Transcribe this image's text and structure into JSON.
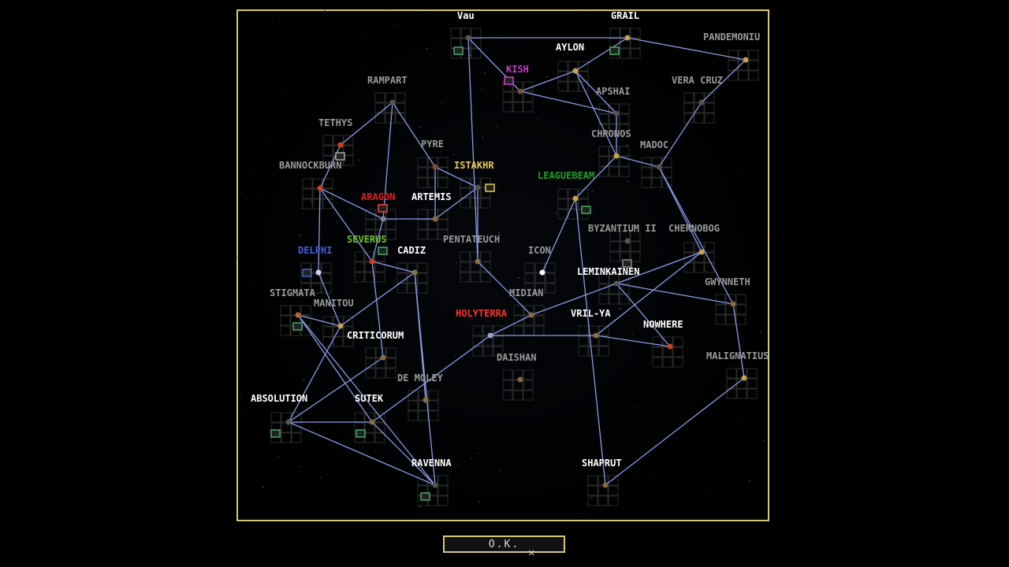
{
  "ok_label": "O.K.",
  "colors": {
    "frame": "#d8c878",
    "lane": "#8b9be8",
    "grid": "#2a2a2a"
  },
  "stars": [
    {
      "id": "vau",
      "name": "Vau",
      "color": "#ffffff"
    },
    {
      "id": "grail",
      "name": "GRAIL",
      "color": "#ffffff"
    },
    {
      "id": "pandemonium",
      "name": "PANDEMONIU",
      "color": "#9a9a9a"
    },
    {
      "id": "aylon",
      "name": "AYLON",
      "color": "#ffffff"
    },
    {
      "id": "kish",
      "name": "KISH",
      "color": "#c040c0"
    },
    {
      "id": "rampart",
      "name": "RAMPART",
      "color": "#9a9a9a"
    },
    {
      "id": "apshai",
      "name": "APSHAI",
      "color": "#9a9a9a"
    },
    {
      "id": "vera-cruz",
      "name": "VERA CRUZ",
      "color": "#9a9a9a"
    },
    {
      "id": "tethys",
      "name": "TETHYS",
      "color": "#9a9a9a"
    },
    {
      "id": "chronos",
      "name": "CHRONOS",
      "color": "#9a9a9a"
    },
    {
      "id": "madoc",
      "name": "MADOC",
      "color": "#9a9a9a"
    },
    {
      "id": "pyre",
      "name": "PYRE",
      "color": "#9a9a9a"
    },
    {
      "id": "bannockburn",
      "name": "BANNOCKBURN",
      "color": "#9a9a9a"
    },
    {
      "id": "istakhr",
      "name": "ISTAKHR",
      "color": "#e8c850"
    },
    {
      "id": "leaguebeam",
      "name": "LEAGUEBEAM",
      "color": "#20a020"
    },
    {
      "id": "aragon",
      "name": "ARAGON",
      "color": "#e02020"
    },
    {
      "id": "artemis",
      "name": "ARTEMIS",
      "color": "#ffffff"
    },
    {
      "id": "byzantium-ii",
      "name": "BYZANTIUM II",
      "color": "#9a9a9a"
    },
    {
      "id": "chernobog",
      "name": "CHERNOBOG",
      "color": "#9a9a9a"
    },
    {
      "id": "severus",
      "name": "SEVERUS",
      "color": "#70c030"
    },
    {
      "id": "pentateuch",
      "name": "PENTATEUCH",
      "color": "#9a9a9a"
    },
    {
      "id": "delphi",
      "name": "DELPHI",
      "color": "#4060e0"
    },
    {
      "id": "cadiz",
      "name": "CADIZ",
      "color": "#ffffff"
    },
    {
      "id": "icon",
      "name": "ICON",
      "color": "#9a9a9a"
    },
    {
      "id": "leminkainen",
      "name": "LEMINKAINEN",
      "color": "#ffffff"
    },
    {
      "id": "gwynneth",
      "name": "GWYNNETH",
      "color": "#9a9a9a"
    },
    {
      "id": "stigmata",
      "name": "STIGMATA",
      "color": "#9a9a9a"
    },
    {
      "id": "midian",
      "name": "MIDIAN",
      "color": "#9a9a9a"
    },
    {
      "id": "manitou",
      "name": "MANITOU",
      "color": "#9a9a9a"
    },
    {
      "id": "holyterra",
      "name": "HOLYTERRA",
      "color": "#ff3030"
    },
    {
      "id": "vril-ya",
      "name": "VRIL-YA",
      "color": "#ffffff"
    },
    {
      "id": "nowhere",
      "name": "NOWHERE",
      "color": "#ffffff"
    },
    {
      "id": "criticorum",
      "name": "CRITICORUM",
      "color": "#ffffff"
    },
    {
      "id": "malignatius",
      "name": "MALIGNATIUS",
      "color": "#9a9a9a"
    },
    {
      "id": "daishan",
      "name": "DAISHAN",
      "color": "#9a9a9a"
    },
    {
      "id": "de-moley",
      "name": "DE MOLEY",
      "color": "#9a9a9a"
    },
    {
      "id": "absolution",
      "name": "ABSOLUTION",
      "color": "#ffffff"
    },
    {
      "id": "sutek",
      "name": "SUTEK",
      "color": "#ffffff"
    },
    {
      "id": "ravenna",
      "name": "RAVENNA",
      "color": "#ffffff"
    },
    {
      "id": "shaprut",
      "name": "SHAPRUT",
      "color": "#ffffff"
    }
  ]
}
